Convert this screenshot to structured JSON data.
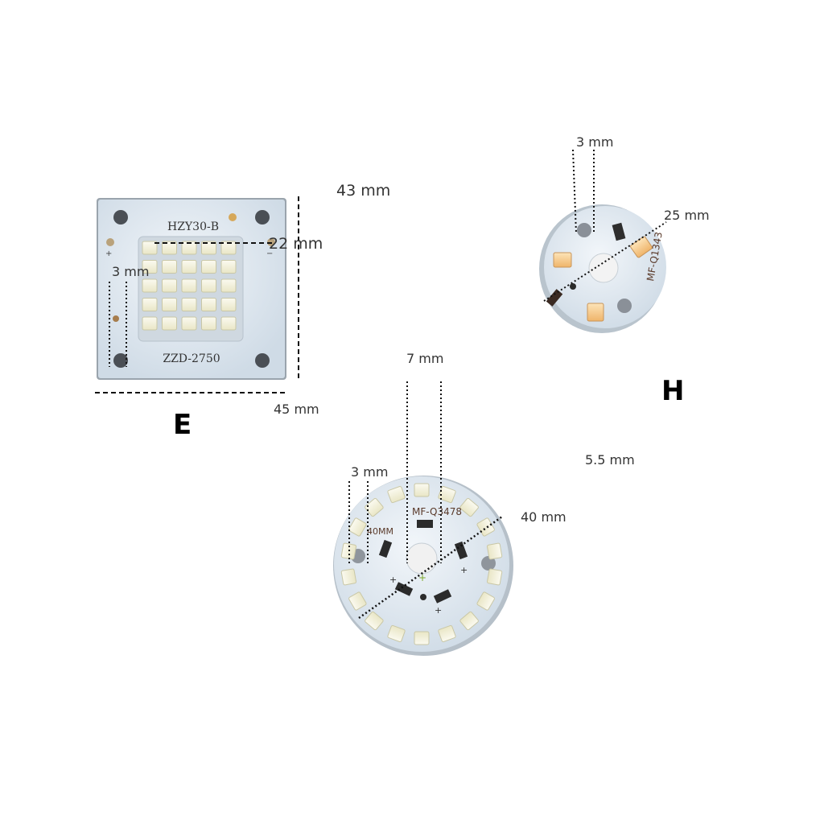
{
  "boards": {
    "E": {
      "letter": "E",
      "silk_top": "HZY30-B",
      "silk_bottom": "ZZD-2750",
      "dims": {
        "height": "43 mm",
        "led_array": "22 mm",
        "hole": "3 mm",
        "width": "45 mm"
      }
    },
    "H": {
      "letter": "H",
      "silk": "MF-Q1343",
      "dims": {
        "hole": "3 mm",
        "diameter": "25 mm"
      }
    },
    "center_board": {
      "silk_model": "MF-Q3478",
      "silk_size": "40MM",
      "dims": {
        "center_hole": "7 mm",
        "mount_hole": "3 mm",
        "offset": "5.5 mm",
        "diameter": "40 mm"
      }
    }
  },
  "colors": {
    "pcb": "#dfe7ee",
    "led_white": "#f4f2dc",
    "led_warm": "#f4c98a",
    "dash": "#111111"
  }
}
